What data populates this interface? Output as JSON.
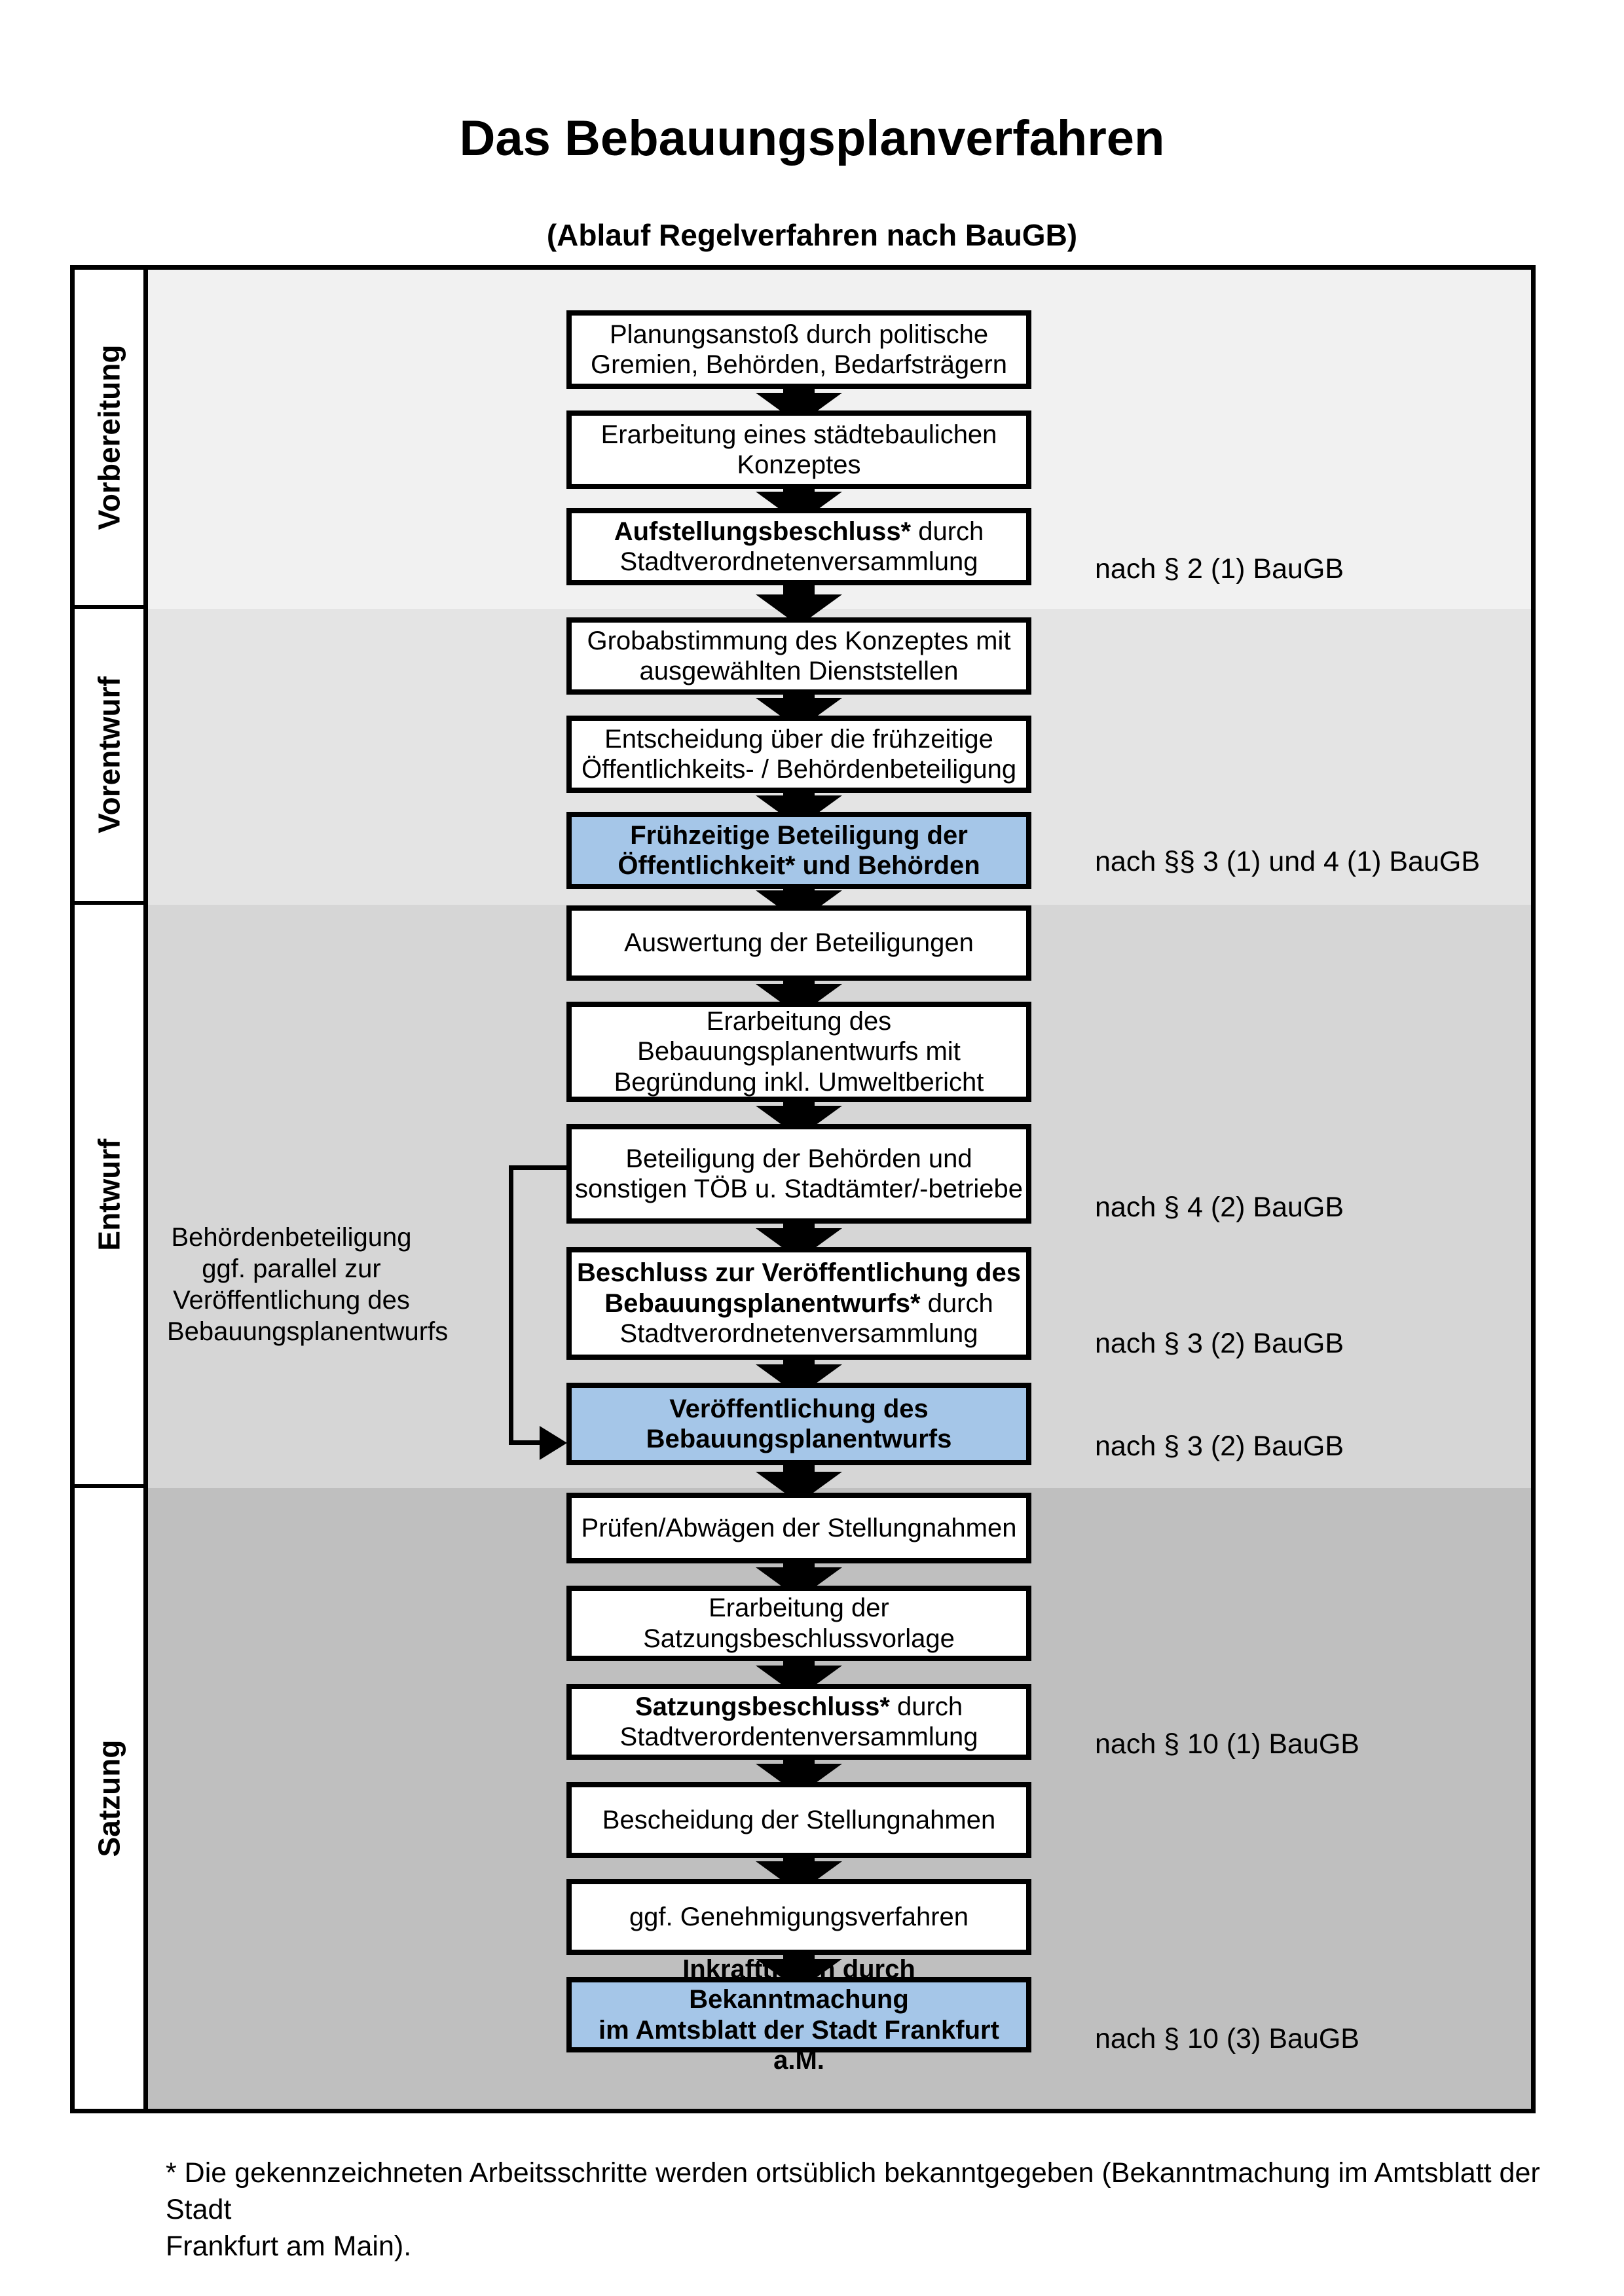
{
  "title": "Das Bebauungsplanverfahren",
  "subtitle": "(Ablauf Regelverfahren nach BauGB)",
  "colors": {
    "highlight_blue": "#A5C6E8",
    "band_vorbereitung": "#f1f1f1",
    "band_vorentwurf": "#e4e4e4",
    "band_entwurf": "#d6d6d6",
    "band_satzung": "#bfbfbf"
  },
  "phases": [
    {
      "label": "Vorbereitung"
    },
    {
      "label": "Vorentwurf"
    },
    {
      "label": "Entwurf"
    },
    {
      "label": "Satzung"
    }
  ],
  "flow": {
    "steps": [
      {
        "highlight": false,
        "parts": [
          {
            "t": "Planungsanstoß durch politische\nGremien, Behörden, Bedarfsträgern",
            "b": false
          }
        ]
      },
      {
        "highlight": false,
        "parts": [
          {
            "t": "Erarbeitung eines städtebaulichen\nKonzeptes",
            "b": false
          }
        ]
      },
      {
        "highlight": false,
        "parts": [
          {
            "t": "Aufstellungsbeschluss*",
            "b": true
          },
          {
            "t": " durch\nStadtverordnetenversammlung",
            "b": false
          }
        ]
      },
      {
        "highlight": false,
        "parts": [
          {
            "t": "Grobabstimmung des Konzeptes mit\nausgewählten Dienststellen",
            "b": false
          }
        ]
      },
      {
        "highlight": false,
        "parts": [
          {
            "t": "Entscheidung über die frühzeitige\nÖffentlichkeits- / Behördenbeteiligung",
            "b": false
          }
        ]
      },
      {
        "highlight": true,
        "parts": [
          {
            "t": "Frühzeitige Beteiligung der\nÖffentlichkeit* und Behörden",
            "b": true
          }
        ]
      },
      {
        "highlight": false,
        "parts": [
          {
            "t": "Auswertung der Beteiligungen",
            "b": false
          }
        ]
      },
      {
        "highlight": false,
        "parts": [
          {
            "t": "Erarbeitung des\nBebauungsplanentwurfs mit\nBegründung inkl. Umweltbericht",
            "b": false
          }
        ]
      },
      {
        "highlight": false,
        "parts": [
          {
            "t": "Beteiligung der Behörden und\nsonstigen TÖB u. Stadtämter/-betriebe",
            "b": false
          }
        ]
      },
      {
        "highlight": false,
        "parts": [
          {
            "t": "Beschluss zur Veröffentlichung des\nBebauungsplanentwurfs*",
            "b": true
          },
          {
            "t": " durch\nStadtverordnetenversammlung",
            "b": false
          }
        ]
      },
      {
        "highlight": true,
        "parts": [
          {
            "t": "Veröffentlichung des\nBebauungsplanentwurfs",
            "b": true
          }
        ]
      },
      {
        "highlight": false,
        "parts": [
          {
            "t": "Prüfen/Abwägen der Stellungnahmen",
            "b": false
          }
        ]
      },
      {
        "highlight": false,
        "parts": [
          {
            "t": "Erarbeitung der\nSatzungsbeschlussvorlage",
            "b": false
          }
        ]
      },
      {
        "highlight": false,
        "parts": [
          {
            "t": "Satzungsbeschluss*",
            "b": true
          },
          {
            "t": " durch\nStadtverordentenversammlung",
            "b": false
          }
        ]
      },
      {
        "highlight": false,
        "parts": [
          {
            "t": "Bescheidung der Stellungnahmen",
            "b": false
          }
        ]
      },
      {
        "highlight": false,
        "parts": [
          {
            "t": "ggf. Genehmigungsverfahren",
            "b": false
          }
        ]
      },
      {
        "highlight": true,
        "parts": [
          {
            "t": "Inkrafttreten",
            "b": true
          },
          {
            "t": " durch Bekanntmachung\nim Amtsblatt der Stadt Frankfurt a.M.",
            "b": false
          }
        ]
      }
    ],
    "annotations": [
      "nach § 2 (1) BauGB",
      "nach §§ 3 (1) und 4 (1) BauGB",
      "nach § 4 (2) BauGB",
      "nach § 3 (2) BauGB",
      "nach § 3 (2) BauGB",
      "nach § 10 (1) BauGB",
      "nach § 10 (3) BauGB"
    ]
  },
  "side_note": "Behördenbeteiligung\nggf. parallel zur\nVeröffentlichung des\nBebauungsplanentwurfs",
  "footnote": "* Die gekennzeichneten Arbeitsschritte werden ortsüblich bekanntgegeben (Bekanntmachung im Amtsblatt  der Stadt\nFrankfurt am Main)."
}
